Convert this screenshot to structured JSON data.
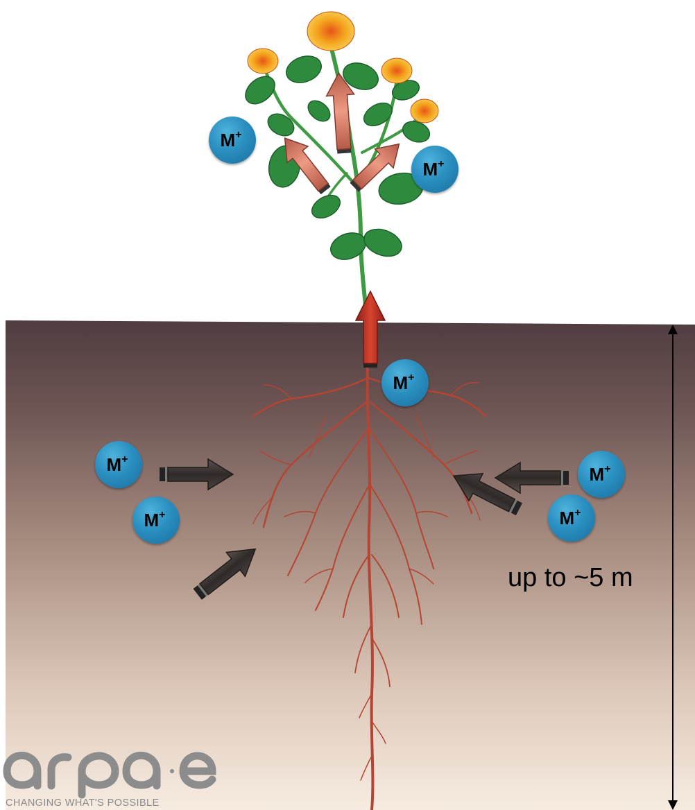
{
  "ion": {
    "symbol": "M",
    "charge": "+"
  },
  "depth_label": "up to ~5 m",
  "logo": {
    "wordmark": "arpa·e",
    "tagline": "CHANGING WHAT'S POSSIBLE"
  },
  "colors": {
    "soil_top": "#4f3d40",
    "soil_bottom": "#f7ece1",
    "ion_fill": "#2a8fc0",
    "uptake_arrow": "#c53a2e",
    "plant_arrow": "#d4826c",
    "soil_arrow": "#3b3633",
    "leaf": "#2e8b3e",
    "flower": "#f2a21a",
    "root": "#b54432"
  }
}
